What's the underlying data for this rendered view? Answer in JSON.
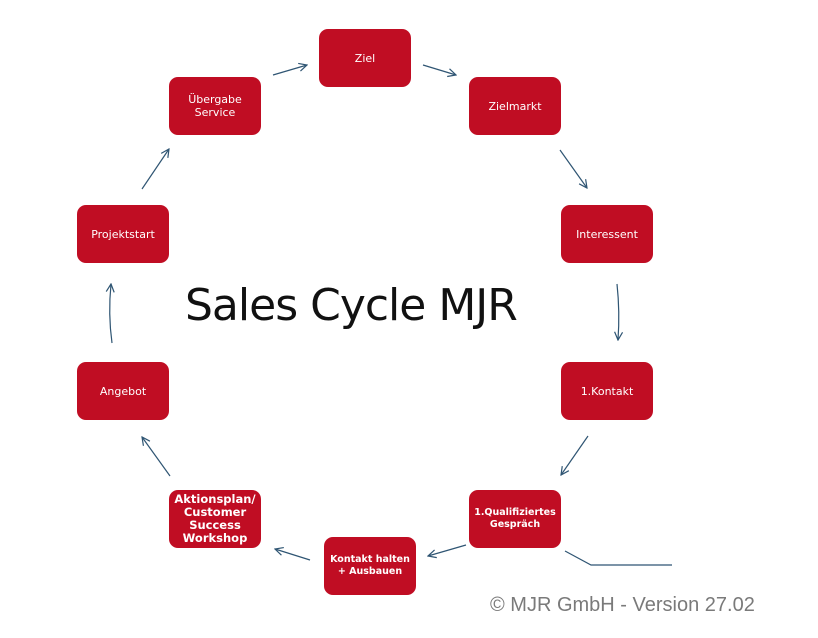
{
  "diagram": {
    "title": "Sales Cycle MJR",
    "footer": "© MJR GmbH - Version 27.02",
    "colors": {
      "node_fill": "#c00d23",
      "node_text": "#ffffff",
      "arrow": "#2f5573",
      "title": "#111111",
      "footer": "#7a7a7a"
    },
    "nodes": [
      {
        "id": "ziel",
        "label": "Ziel"
      },
      {
        "id": "zielmarkt",
        "label": "Zielmarkt"
      },
      {
        "id": "interessent",
        "label": "Interessent"
      },
      {
        "id": "kontakt",
        "label": "1.Kontakt"
      },
      {
        "id": "qualifiziertes-gespraech",
        "label": "1.Qualifiziertes\nGespräch"
      },
      {
        "id": "kontakt-halten",
        "label": "Kontakt halten\n+ Ausbauen"
      },
      {
        "id": "aktionsplan",
        "label": "Aktionsplan/\nCustomer\nSuccess\nWorkshop"
      },
      {
        "id": "angebot",
        "label": "Angebot"
      },
      {
        "id": "projektstart",
        "label": "Projektstart"
      },
      {
        "id": "uebergabe-service",
        "label": "Übergabe\nService"
      }
    ],
    "edges": [
      {
        "from": "ziel",
        "to": "zielmarkt"
      },
      {
        "from": "zielmarkt",
        "to": "interessent"
      },
      {
        "from": "interessent",
        "to": "kontakt"
      },
      {
        "from": "kontakt",
        "to": "qualifiziertes-gespraech"
      },
      {
        "from": "qualifiziertes-gespraech",
        "to": "kontakt-halten"
      },
      {
        "from": "kontakt-halten",
        "to": "aktionsplan"
      },
      {
        "from": "aktionsplan",
        "to": "angebot"
      },
      {
        "from": "angebot",
        "to": "projektstart"
      },
      {
        "from": "projektstart",
        "to": "uebergabe-service"
      },
      {
        "from": "uebergabe-service",
        "to": "ziel"
      }
    ]
  }
}
